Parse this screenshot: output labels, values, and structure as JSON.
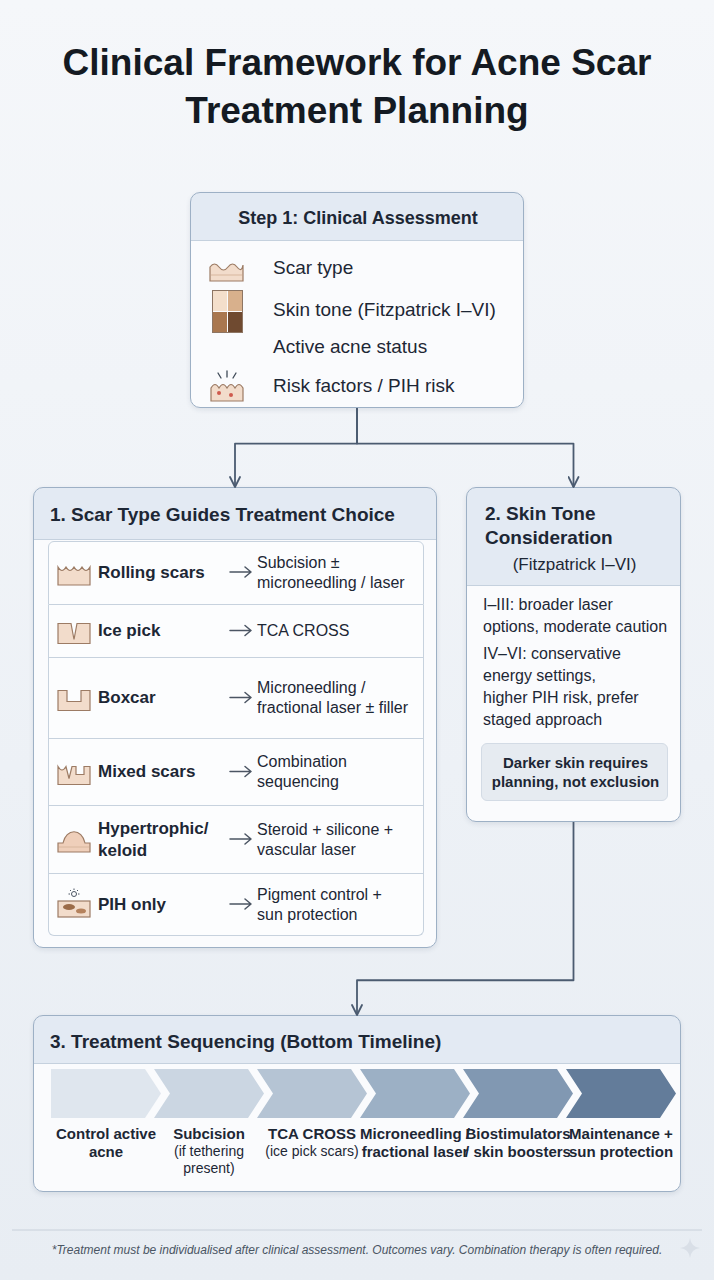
{
  "diagram": {
    "title": "Clinical Framework for Acne Scar Treatment Planning",
    "nodes": [
      {
        "text": [
          "Step 1: Clinical Assessment",
          "Scar type",
          "Skin tone (Fitzpatrick I–VI)",
          "Active acne status",
          "Risk factors / PIH risk"
        ]
      },
      {
        "text": [
          "1. Scar Type Guides Treatment Choice"
        ]
      },
      {
        "text": [
          "Rolling scars",
          "Subcision ± microneedling / laser"
        ],
        "in": 1
      },
      {
        "text": [
          "Ice pick",
          "TCA CROSS"
        ],
        "in": 1
      },
      {
        "text": [
          "Boxcar",
          "Microneedling / fractional laser ± filler"
        ],
        "in": 1
      },
      {
        "text": [
          "Mixed scars",
          "Combination sequencing"
        ],
        "in": 1
      },
      {
        "text": [
          "Hypertrophic/ keloid",
          "Steroid + silicone + vascular laser"
        ],
        "in": 1
      },
      {
        "text": [
          "PIH only",
          "Pigment control + sun protection"
        ],
        "in": 1
      },
      {
        "text": [
          "2. Skin Tone Consideration",
          "(Fitzpatrick I–VI)",
          "I–III: broader laser options, moderate caution",
          "IV–VI: conservative energy settings, higher PIH risk, prefer staged approach"
        ]
      },
      {
        "text": [
          "Darker skin requires planning, not exclusion"
        ],
        "in": 8
      },
      {
        "text": [
          "3. Treatment Sequencing (Bottom Timeline)"
        ]
      },
      {
        "text": [
          "Control active acne"
        ],
        "in": 10
      },
      {
        "text": [
          "Subcision",
          "(if tethering present)"
        ],
        "in": 10
      },
      {
        "text": [
          "TCA CROSS",
          "(ice pick scars)"
        ],
        "in": 10
      },
      {
        "text": [
          "Microneedling / fractional laser"
        ],
        "in": 10
      },
      {
        "text": [
          "Biostimulators / skin boosters"
        ],
        "in": 10
      },
      {
        "text": [
          "Maintenance + sun protection"
        ],
        "in": 10
      }
    ],
    "edges": [
      {
        "from": 0,
        "to": 1,
        "arrow": "to"
      },
      {
        "from": 0,
        "to": 8,
        "arrow": "to"
      },
      {
        "from": 8,
        "to": 10,
        "arrow": "to"
      }
    ],
    "labels": [
      "*Treatment must be individualised after clinical assessment. Outcomes vary. Combination therapy is often required."
    ]
  }
}
